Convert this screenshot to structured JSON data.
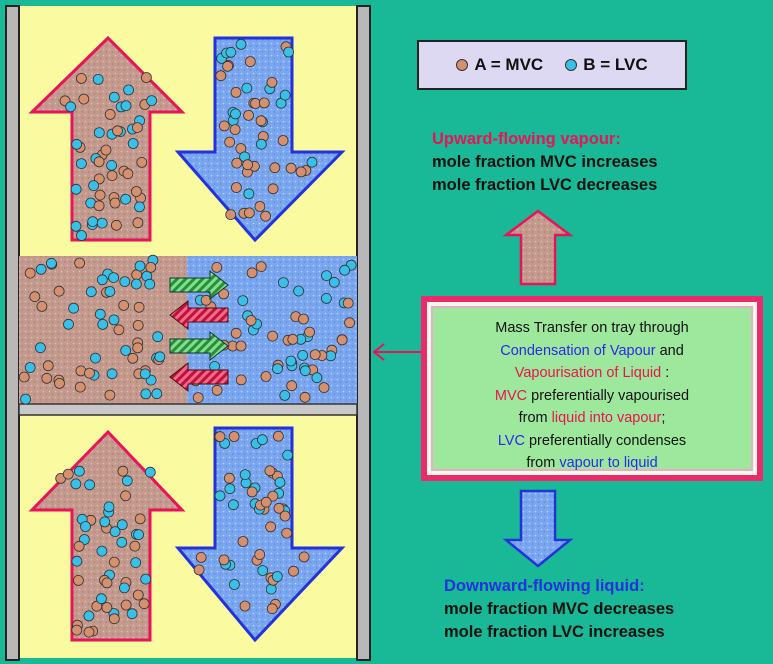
{
  "legend": {
    "a_label": "A = MVC",
    "b_label": "B = LVC",
    "colors": {
      "mvc": "#d59070",
      "lvc": "#38c0e8"
    }
  },
  "vapour": {
    "heading": "Upward-flowing vapour:",
    "line1": "mole fraction MVC increases",
    "line2": "mole fraction LVC decreases"
  },
  "liquid": {
    "heading": "Downward-flowing liquid:",
    "line1": "mole fraction MVC decreases",
    "line2": "mole fraction LVC increases"
  },
  "mass_transfer": {
    "line1": "Mass Transfer on tray through",
    "line2_blue": "Condensation of Vapour",
    "line2_tail": " and",
    "line3_red": "Vapourisation of Liquid",
    "line3_tail": " :",
    "line4_red": "MVC",
    "line4_tail": " preferentially vapourised",
    "line5_head": "from ",
    "line5_red": "liquid into vapour",
    "line5_tail": ";",
    "line6_blue": "LVC",
    "line6_tail": " preferentially condenses",
    "line7_head": "from ",
    "line7_blue": "vapour to liquid"
  },
  "colors": {
    "background": "#19b896",
    "column_fill": "#fafaa0",
    "vapour_arrow_fill": "#c49a8e",
    "vapour_arrow_border": "#e8145a",
    "liquid_arrow_fill": "#7aa6f0",
    "liquid_arrow_border": "#2233dd"
  }
}
